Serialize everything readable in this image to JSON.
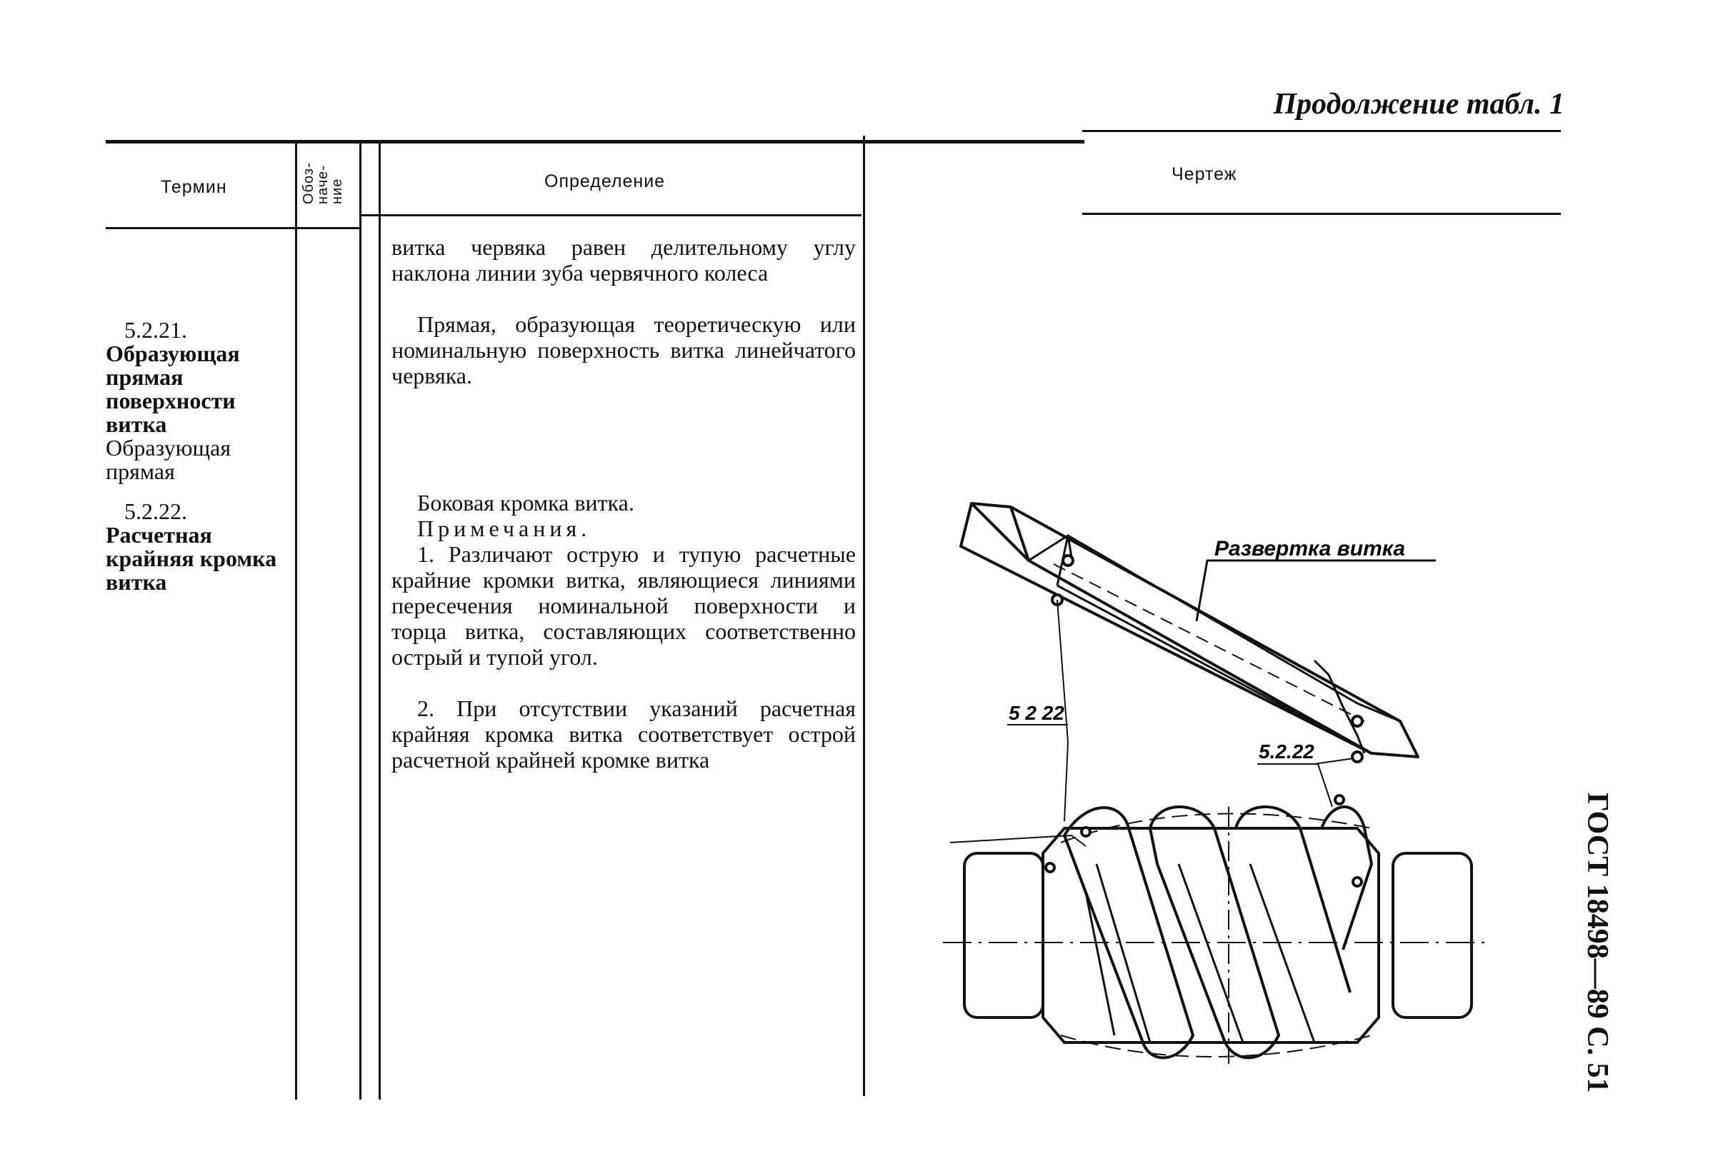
{
  "header": {
    "continued": "Продолжение табл. 1"
  },
  "columns": {
    "term": "Термин",
    "symbol": "Обоз-\nначе-\nние",
    "definition": "Определение",
    "drawing": "Чертеж"
  },
  "definition_paragraphs": [
    "витка червяка равен делительному углу наклона линии зуба червячного колеса",
    "Прямая, образующая теоретическую или номинальную поверхность витка линейчатого червяка.",
    "Боковая кромка витка.",
    "Примечания.",
    "1. Различают острую и тупую расчетные крайние кромки витка, являющиеся линиями пересечения номинальной поверхности и торца витка, составляющих соответственно острый и тупой угол.",
    "2. При отсутствии указаний расчетная крайняя кромка витка соответствует острой расчетной крайней кромке витка"
  ],
  "terms": [
    {
      "number": "5.2.21.",
      "bold": "Образующая прямая поверхности витка",
      "synonym": "Образующая прямая"
    },
    {
      "number": "5.2.22.",
      "bold": "Расчетная крайняя кромка витка",
      "synonym": ""
    }
  ],
  "drawing_labels": {
    "development": "Развертка витка",
    "left_ref": "5 2 22",
    "right_ref": "5.2.22"
  },
  "footer": {
    "code": "ГОСТ 18498—89 С. 51"
  }
}
